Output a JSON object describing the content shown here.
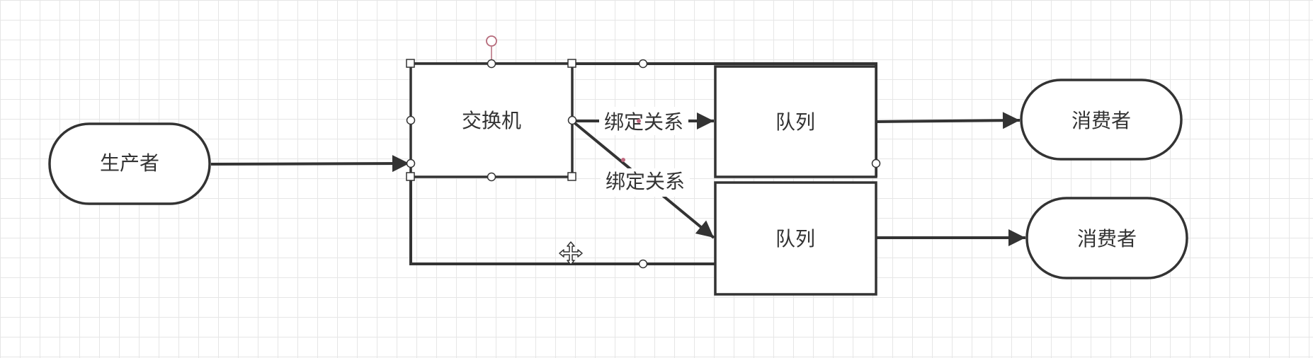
{
  "diagram": {
    "nodes": {
      "producer": {
        "label": "生产者"
      },
      "exchange": {
        "label": "交换机"
      },
      "queue1": {
        "label": "队列"
      },
      "queue2": {
        "label": "队列"
      },
      "consumer1": {
        "label": "消费者"
      },
      "consumer2": {
        "label": "消费者"
      }
    },
    "edges": {
      "binding1": {
        "label": "绑定关系"
      },
      "binding2": {
        "label": "绑定关系"
      }
    }
  },
  "icons": {
    "move_cursor": "move-cursor-icon"
  },
  "colors": {
    "stroke": "#333333",
    "grid": "#e6e6e6",
    "background": "#ffffff",
    "selection_accent": "#b56a7a"
  }
}
